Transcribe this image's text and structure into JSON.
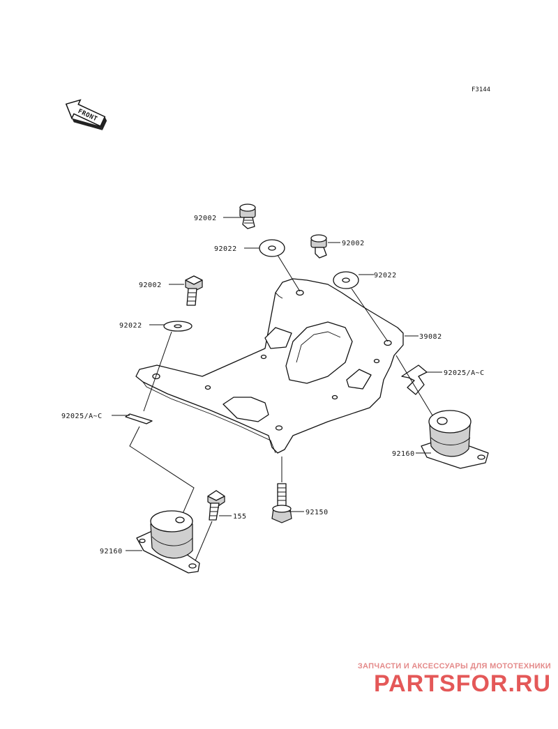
{
  "figure_code": "F3144",
  "front_label": "FRONT",
  "callouts": {
    "bolt_top": "92002",
    "washer_top": "92022",
    "bolt_right": "92002",
    "washer_right": "92022",
    "bolt_left": "92002",
    "washer_left": "92022",
    "bracket": "39082",
    "clip_right": "92025/A~C",
    "clip_left": "92025/A~C",
    "mount_right": "92160",
    "bolt_bottom": "92150",
    "small_bolt": "155",
    "mount_left": "92160"
  },
  "watermark": {
    "subtitle": "ЗАПЧАСТИ И АКСЕССУАРЫ ДЛЯ МОТОТЕХНИКИ",
    "site": "PARTSFOR.RU"
  }
}
